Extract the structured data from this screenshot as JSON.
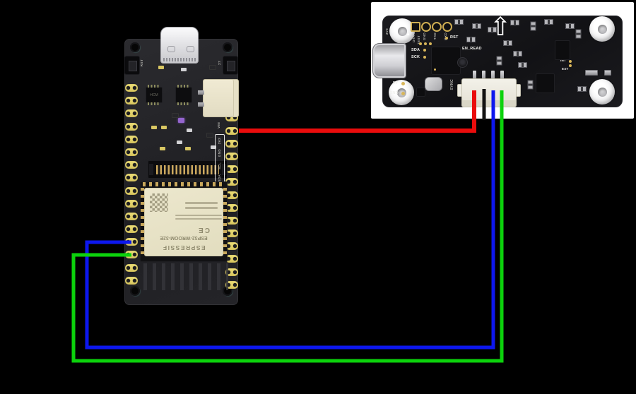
{
  "diagram": {
    "background_color": "#000000"
  },
  "esp32_board": {
    "left_pin_count": 16,
    "right_pin_count": 16,
    "button_left_label": "RST",
    "button_right_label": "27",
    "ic_label": "HCM",
    "pin_label_vin": "VIN",
    "pin_box_labels": [
      "3V3",
      "GND",
      "SCL",
      "SDA"
    ],
    "module": {
      "brand": "ESPRESSIF",
      "model": "ESP32-WROOM-32E",
      "ce_mark": "CE"
    }
  },
  "sensor_board": {
    "connector_pin_count": 4,
    "pin1_marker": "▲",
    "arrow_icon": "⇧",
    "header_pin_labels": [
      "GND",
      "TXD",
      "RXD"
    ],
    "silk_labels": {
      "v3v3": "3V3",
      "ota": "OTA",
      "test": "TEST",
      "sda": "SDA",
      "sck": "SCK",
      "rst": "RST",
      "en_read": "EN_READ",
      "sp": "SP",
      "clk": "CLK",
      "sync": "SYNC",
      "v5": "5V",
      "gnd": "GND",
      "int": "INT",
      "ext": "EXT"
    }
  },
  "wires": {
    "red": {
      "color": "#ea0c0c"
    },
    "black": {
      "color": "#121212"
    },
    "blue": {
      "color": "#0d17ee"
    },
    "green": {
      "color": "#0cd20c"
    }
  }
}
